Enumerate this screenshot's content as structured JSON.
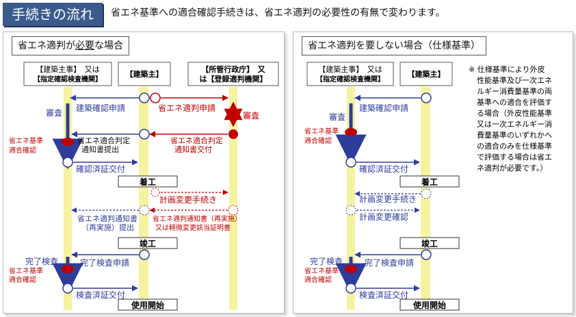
{
  "header": {
    "tag": "手続きの流れ",
    "description": "省エネ基準への適合確認手続きは、省エネ適判の必要性の有無で変わります。"
  },
  "left_panel": {
    "title_pre": "省エネ適判が",
    "title_em": "必要",
    "title_post": "な場合",
    "actors": {
      "designer_line1": "【建築主事】　又は",
      "designer_line2": "【指定確認検査機関】",
      "owner": "【建築主】",
      "authority_line1": "【所管行政庁】　又",
      "authority_line2": "は【登録適判機関】"
    },
    "steps": {
      "kenchiku_kakunin_shinsei": "建築確認申請",
      "shoene_tekihan_shinsei": "省エネ適判申請",
      "shinsa_left": "審査",
      "shinsa_right": "審査",
      "tekigo_hantei_teishutsu_1": "省エネ適合判定",
      "tekigo_hantei_teishutsu_2": "通知書提出",
      "tekigo_hantei_kofu_1": "省エネ適合判定",
      "tekigo_hantei_kofu_2": "通知書交付",
      "kijun_tekigo_1": "省エネ基準",
      "kijun_tekigo_2": "適合確認",
      "kakunin_zumi": "確認済証交付",
      "chakko": "着工",
      "keikaku_henko": "計画変更手続き",
      "tsuchisho_teishutsu_1": "省エネ適判通知書",
      "tsuchisho_teishutsu_2": "（再実施）提出",
      "tsuchisho_kofu_1": "省エネ適判通知書（再実施）",
      "tsuchisho_kofu_2": "又は軽微変更該当証明書",
      "shunko": "竣工",
      "kanryo_kensa": "完了検査",
      "kanryo_kensa_shinsei": "完了検査申請",
      "kijun_tekigo2_1": "省エネ基準",
      "kijun_tekigo2_2": "適合確認",
      "kensa_zumi": "検査済証交付",
      "shiyo_kaishi": "使用開始"
    }
  },
  "right_panel": {
    "title": "省エネ適判を要しない場合（仕様基準）",
    "actors": {
      "designer_line1": "【建築主事】　又は",
      "designer_line2": "【指定確認検査機関】",
      "owner": "【建築主】"
    },
    "steps": {
      "kenchiku_kakunin_shinsei": "建築確認申請",
      "shinsa": "審査",
      "kijun_tekigo_1": "省エネ基準",
      "kijun_tekigo_2": "適合確認",
      "kakunin_zumi": "確認済証交付",
      "chakko": "着工",
      "keikaku_henko": "計画変更手続き",
      "keikaku_henko_kakunin": "計画変更確認",
      "shunko": "竣工",
      "kanryo_kensa": "完了検査",
      "kanryo_kensa_shinsei": "完了検査申請",
      "kijun_tekigo2_1": "省エネ基準",
      "kijun_tekigo2_2": "適合確認",
      "kensa_zumi": "検査済証交付",
      "shiyo_kaishi": "使用開始"
    },
    "note_lines": [
      "※ 仕様基準により外皮",
      "性能基準及び一次エネ",
      "ルギー消費量基準の両",
      "基準への適合を評価す",
      "る場合（外皮性能基準",
      "又は一次エネルギー消",
      "費量基準のいずれかへ",
      "の適合のみを仕様基準",
      "で評価する場合は省エ",
      "ネ適判が必要です。）"
    ]
  },
  "colors": {
    "blue": "#2e3d9a",
    "red": "#c00000",
    "lane": "#f6f3a0",
    "header_bg": "#3a5b8c"
  }
}
